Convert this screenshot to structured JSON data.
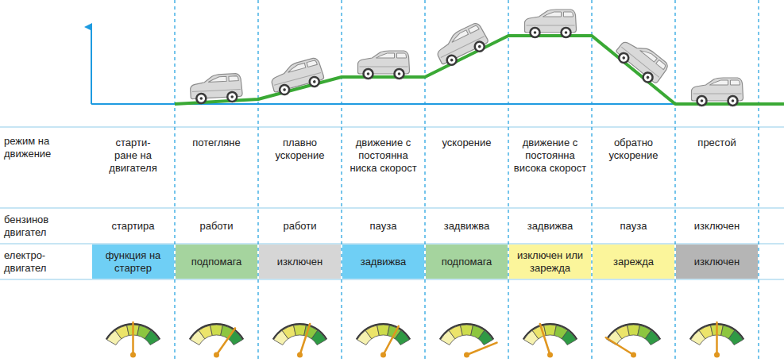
{
  "diagram": {
    "nodes": [
      {
        "text": [
          "функция на стартер"
        ]
      },
      {
        "text": [
          "подпомага"
        ]
      },
      {
        "text": [
          "изключен"
        ]
      },
      {
        "text": [
          "задвижва"
        ]
      },
      {
        "text": [
          "подпомага"
        ]
      },
      {
        "text": [
          "изключен или зарежда"
        ]
      },
      {
        "text": [
          "зарежда"
        ]
      },
      {
        "text": [
          "изключен"
        ]
      }
    ],
    "labels": [
      "режим на движение",
      "старти- ране на двигателя",
      "потегляне",
      "плавно ускорение",
      "движение с постоянна ниска скорост",
      "ускорение",
      "движение с постоянна висока скорост",
      "обратно ускорение",
      "престой",
      "бензинов двигател",
      "стартира",
      "работи",
      "работи",
      "пауза",
      "задвижва",
      "задвижва",
      "пауза",
      "изключен",
      "електро- двигател"
    ]
  }
}
